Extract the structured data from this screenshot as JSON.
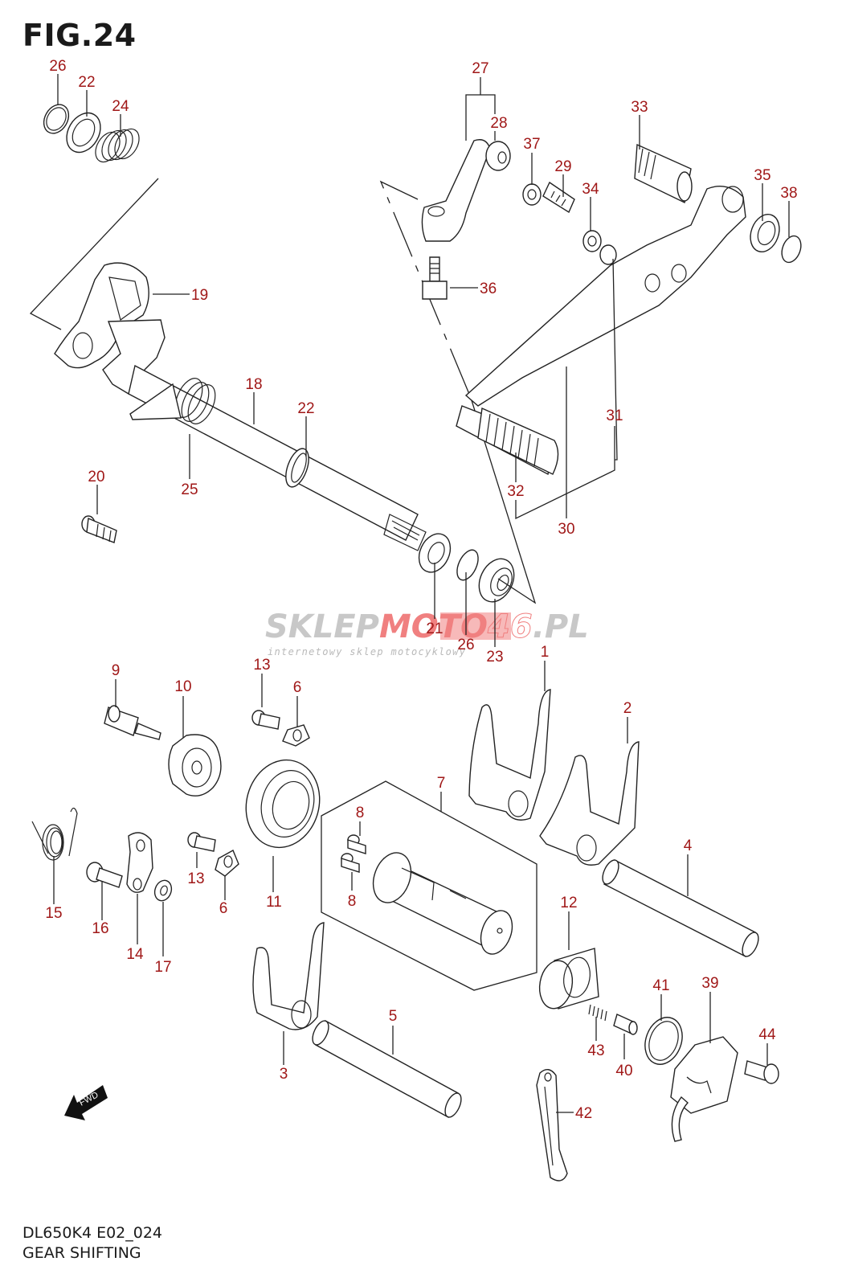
{
  "figure": {
    "title": "FIG.24",
    "model_code": "DL650K4 E02_024",
    "section_name": "GEAR SHIFTING"
  },
  "watermark": {
    "brand_part1": "SKLEP",
    "brand_part2": "MOTO",
    "brand_part3": "46",
    "brand_suffix": ".PL",
    "tagline": "internetowy sklep motocyklowy",
    "colors": {
      "gray": "#c8c8c8",
      "red": "#f08080"
    }
  },
  "fwd_badge": {
    "label": "FWD",
    "icon": "forward-arrow-icon"
  },
  "callout_color": "#a01818",
  "callouts": [
    {
      "id": "c26a",
      "label": "26"
    },
    {
      "id": "c22a",
      "label": "22"
    },
    {
      "id": "c24",
      "label": "24"
    },
    {
      "id": "c19",
      "label": "19"
    },
    {
      "id": "c18",
      "label": "18"
    },
    {
      "id": "c22b",
      "label": "22"
    },
    {
      "id": "c25",
      "label": "25"
    },
    {
      "id": "c20",
      "label": "20"
    },
    {
      "id": "c21",
      "label": "21"
    },
    {
      "id": "c26b",
      "label": "26"
    },
    {
      "id": "c23",
      "label": "23"
    },
    {
      "id": "c27",
      "label": "27"
    },
    {
      "id": "c28",
      "label": "28"
    },
    {
      "id": "c37",
      "label": "37"
    },
    {
      "id": "c29",
      "label": "29"
    },
    {
      "id": "c34",
      "label": "34"
    },
    {
      "id": "c33",
      "label": "33"
    },
    {
      "id": "c35",
      "label": "35"
    },
    {
      "id": "c38",
      "label": "38"
    },
    {
      "id": "c36",
      "label": "36"
    },
    {
      "id": "c31",
      "label": "31"
    },
    {
      "id": "c32",
      "label": "32"
    },
    {
      "id": "c30",
      "label": "30"
    },
    {
      "id": "c9",
      "label": "9"
    },
    {
      "id": "c10",
      "label": "10"
    },
    {
      "id": "c13a",
      "label": "13"
    },
    {
      "id": "c6a",
      "label": "6"
    },
    {
      "id": "c11",
      "label": "11"
    },
    {
      "id": "c15",
      "label": "15"
    },
    {
      "id": "c16",
      "label": "16"
    },
    {
      "id": "c14",
      "label": "14"
    },
    {
      "id": "c17",
      "label": "17"
    },
    {
      "id": "c13b",
      "label": "13"
    },
    {
      "id": "c6b",
      "label": "6"
    },
    {
      "id": "c7",
      "label": "7"
    },
    {
      "id": "c8a",
      "label": "8"
    },
    {
      "id": "c8b",
      "label": "8"
    },
    {
      "id": "c1",
      "label": "1"
    },
    {
      "id": "c2",
      "label": "2"
    },
    {
      "id": "c4",
      "label": "4"
    },
    {
      "id": "c12",
      "label": "12"
    },
    {
      "id": "c3",
      "label": "3"
    },
    {
      "id": "c5",
      "label": "5"
    },
    {
      "id": "c41",
      "label": "41"
    },
    {
      "id": "c39",
      "label": "39"
    },
    {
      "id": "c44",
      "label": "44"
    },
    {
      "id": "c43",
      "label": "43"
    },
    {
      "id": "c40",
      "label": "40"
    },
    {
      "id": "c42",
      "label": "42"
    }
  ]
}
